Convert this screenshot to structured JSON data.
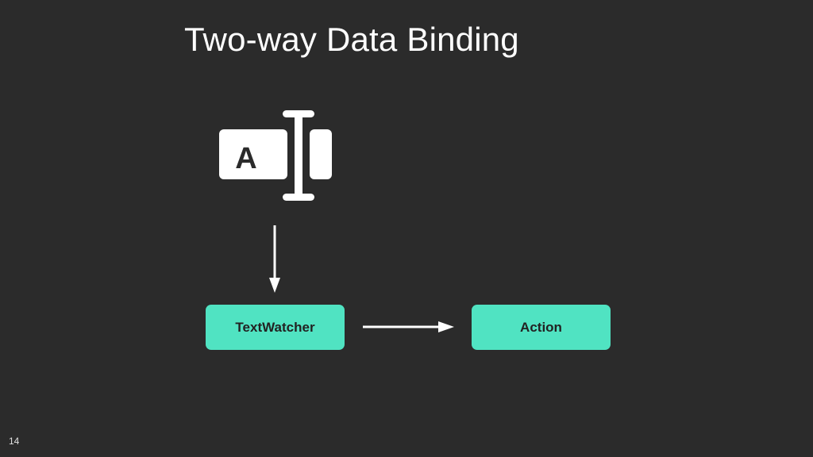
{
  "slide": {
    "title": "Two-way Data Binding",
    "page_number": "14"
  },
  "diagram": {
    "input_icon": {
      "name": "text-field-icon",
      "letter": "A"
    },
    "nodes": [
      {
        "id": "textwatcher",
        "label": "TextWatcher"
      },
      {
        "id": "action",
        "label": "Action"
      }
    ],
    "edges": [
      {
        "from": "text-field-icon",
        "to": "textwatcher"
      },
      {
        "from": "textwatcher",
        "to": "action"
      }
    ]
  },
  "colors": {
    "background": "#2b2b2b",
    "node_fill": "#50e3c2",
    "node_text": "#222222",
    "foreground": "#ffffff"
  }
}
